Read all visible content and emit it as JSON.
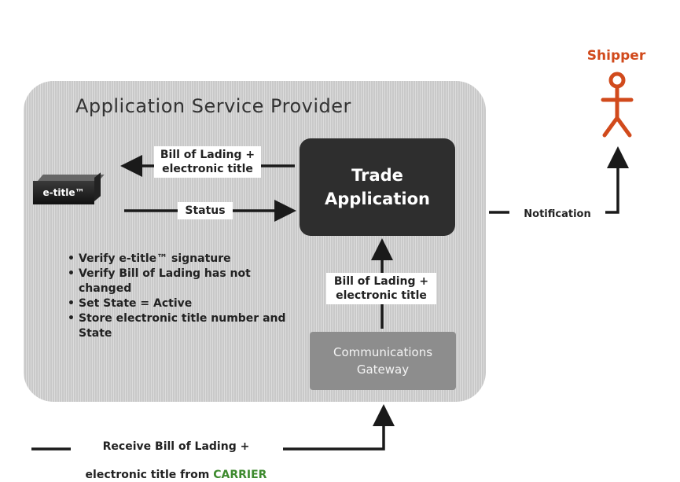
{
  "provider": {
    "title": "Application Service Provider"
  },
  "trade_app": {
    "label": "Trade\nApplication"
  },
  "gateway": {
    "label": "Communications\nGateway"
  },
  "etitle": {
    "label": "e-title™"
  },
  "arrows": {
    "bol_to_etitle": "Bill of Lading +\nelectronic title",
    "status": "Status",
    "bol_to_trade": "Bill of Lading +\nelectronic title",
    "notification": "Notification"
  },
  "steps": [
    "Verify e-title™ signature",
    "Verify Bill of Lading has not changed",
    "Set State = Active",
    "Store electronic title number and State"
  ],
  "receive": {
    "text_line1": "Receive Bill of Lading +",
    "text_line2": "electronic title from ",
    "carrier": "CARRIER"
  },
  "shipper": {
    "label": "Shipper"
  },
  "colors": {
    "shipper": "#d14a1c",
    "carrier": "#3d8a2e",
    "trade_box": "#2e2e2e",
    "gateway_box": "#8d8d8d",
    "provider_box": "#c9c9c9"
  }
}
